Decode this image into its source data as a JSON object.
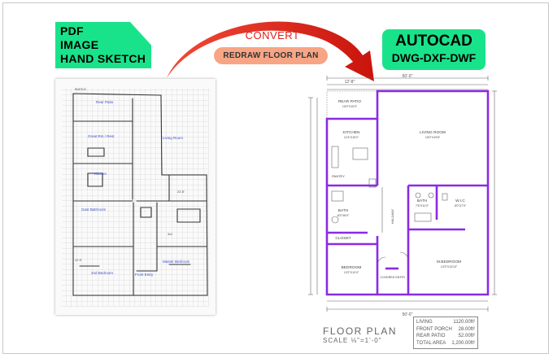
{
  "source_badge": {
    "lines": [
      "PDF",
      "IMAGE",
      "HAND SKETCH"
    ],
    "color": "#19e38a"
  },
  "arrow": {
    "label": "CONVERT",
    "color": "#e0201a"
  },
  "redraw_pill": {
    "label": "REDRAW FLOOR PLAN",
    "color": "#f7a585"
  },
  "target_badge": {
    "line1": "AUTOCAD",
    "line2": "DWG-DXF-DWF",
    "color": "#19e38a"
  },
  "sketch": {
    "labels": [
      "Rear Patio",
      "Great Rm / Rest",
      "Living Room",
      "Kitchen",
      "Gast Bathroom",
      "2nd Bedroom",
      "Front Entry",
      "Master Bedroom"
    ]
  },
  "plan": {
    "title": "FLOOR PLAN",
    "scale": "SCALE ⅛\"=1'-0\"",
    "wall_color": "#8a2be2",
    "dimensions": {
      "top_total": "50'-0\"",
      "top_left": "12'-8\"",
      "bottom_total": "50'-0\""
    },
    "rooms": [
      {
        "id": "rear-patio",
        "name": "REAR PATIO",
        "size": "10'0\"X10'0\""
      },
      {
        "id": "kitchen",
        "name": "KITCHEN",
        "size": "12'4\"X15'2\""
      },
      {
        "id": "living-room",
        "name": "LIVING ROOM",
        "size": "19'0\"X19'8\""
      },
      {
        "id": "pantry",
        "name": "PANTRY",
        "size": ""
      },
      {
        "id": "bath-1",
        "name": "BATH",
        "size": "8'3\"X8'0\""
      },
      {
        "id": "bath-2",
        "name": "BATH",
        "size": "7'6\"X11'0\""
      },
      {
        "id": "wic",
        "name": "W.I.C",
        "size": "6'0\"X7'0\""
      },
      {
        "id": "closet",
        "name": "CLOSET",
        "size": ""
      },
      {
        "id": "hallway",
        "name": "HALLWAY",
        "size": ""
      },
      {
        "id": "bedroom",
        "name": "BEDROOM",
        "size": "13'2\"X13'4\""
      },
      {
        "id": "m-bedroom",
        "name": "M.BEDROOM",
        "size": "13'3\"X13'10\""
      },
      {
        "id": "covered-entry",
        "name": "COVERED ENTRY",
        "size": ""
      }
    ],
    "area_summary": [
      {
        "label": "LIVING",
        "value": "1120.00ft²"
      },
      {
        "label": "FRONT PORCH",
        "value": "28.00ft²"
      },
      {
        "label": "REAR PATIO",
        "value": "52.00ft²"
      },
      {
        "label": "TOTAL AREA",
        "value": "1,200.00ft²"
      }
    ]
  }
}
